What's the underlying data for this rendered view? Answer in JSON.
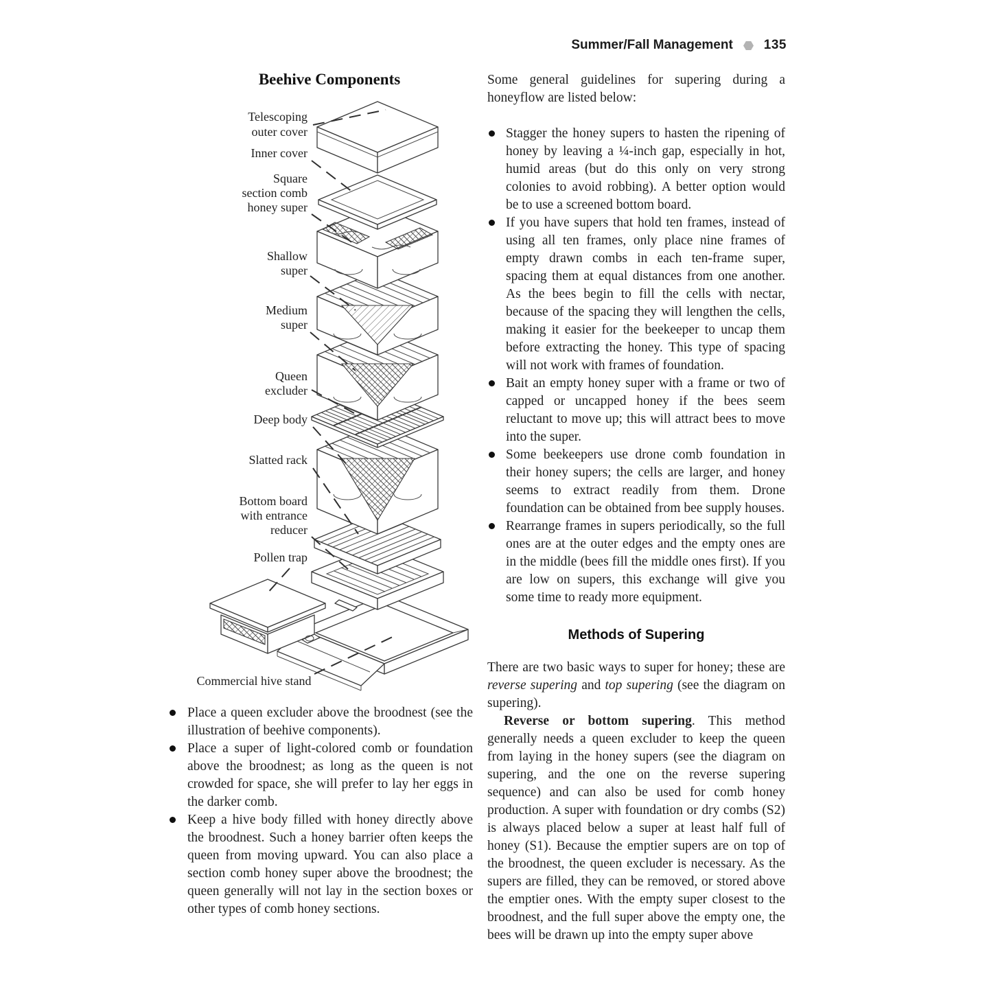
{
  "header": {
    "section_title": "Summer/Fall Management",
    "ornament_icon": "hexagon",
    "ornament_color": "#b3b3b3",
    "page_number": "135"
  },
  "colors": {
    "background": "#ffffff",
    "text": "#222222",
    "diagram_line": "#3a3a3a"
  },
  "diagram": {
    "title": "Beehive Components",
    "labels": {
      "telescoping_outer_cover": [
        "Telescoping",
        "outer cover"
      ],
      "inner_cover": [
        "Inner cover"
      ],
      "square_section_comb_honey_super": [
        "Square",
        "section comb",
        "honey super"
      ],
      "shallow_super": [
        "Shallow",
        "super"
      ],
      "medium_super": [
        "Medium",
        "super"
      ],
      "queen_excluder": [
        "Queen",
        "excluder"
      ],
      "deep_body": [
        "Deep body"
      ],
      "slatted_rack": [
        "Slatted rack"
      ],
      "bottom_board": [
        "Bottom board",
        "with entrance",
        "reducer"
      ],
      "pollen_trap": [
        "Pollen trap"
      ],
      "commercial_hive_stand": [
        "Commercial hive stand"
      ]
    }
  },
  "left": {
    "bullets": [
      "Place a queen excluder above the broodnest (see the illustration of beehive components).",
      "Place a super of light-colored comb or foundation above the broodnest; as long as the queen is not crowded for space, she will prefer to lay her eggs in the darker comb.",
      "Keep a hive body filled with honey directly above the broodnest. Such a honey barrier often keeps the queen from moving upward. You can also place a section comb honey super above the broodnest; the queen generally will not lay in the section boxes or other types of comb honey sections."
    ]
  },
  "right": {
    "intro": "Some general guidelines for supering during a honeyflow are listed below:",
    "bullets": [
      "Stagger the honey supers to hasten the ripening of honey by leaving a ¼-inch gap, especially in hot, humid areas (but do this only on very strong colonies to avoid robbing). A better option would be to use a screened bottom board.",
      "If you have supers that hold ten frames, instead of using all ten frames, only place nine frames of empty drawn combs in each ten-frame super, spacing them at equal distances from one another. As the bees begin to fill the cells with nectar, because of the spacing they will lengthen the cells, making it easier for the beekeeper to uncap them before extracting the honey. This type of spacing will not work with frames of foundation.",
      "Bait an empty honey super with a frame or two of capped or uncapped honey if the bees seem reluctant to move up; this will attract bees to move into the super.",
      "Some beekeepers use drone comb foundation in their honey supers; the cells are larger, and honey seems to extract readily from them. Drone foundation can be obtained from bee supply houses.",
      "Rearrange frames in supers periodically, so the full ones are at the outer edges and the empty ones are in the middle (bees fill the middle ones first). If you are low on supers, this exchange will give you some time to ready more equipment."
    ],
    "methods": {
      "heading": "Methods of Supering",
      "p1": {
        "a": "There are two basic ways to super for honey; these are ",
        "b": "reverse supering",
        "c": " and ",
        "d": "top supering",
        "e": " (see the diagram on supering)."
      },
      "p2": {
        "lead": "Reverse or bottom supering",
        "rest": ". This method generally needs a queen excluder to keep the queen from laying in the honey supers (see the diagram on supering, and the one on the reverse supering sequence) and can also be used for comb honey production. A super with foundation or dry combs (S2) is always placed below a super at least half full of honey (S1). Because the emptier supers are on top of the broodnest, the queen excluder is necessary. As the supers are filled, they can be removed, or stored above the emptier ones. With the empty super closest to the broodnest, and the full super above the empty one, the bees will be drawn up into the empty super above"
      }
    }
  }
}
